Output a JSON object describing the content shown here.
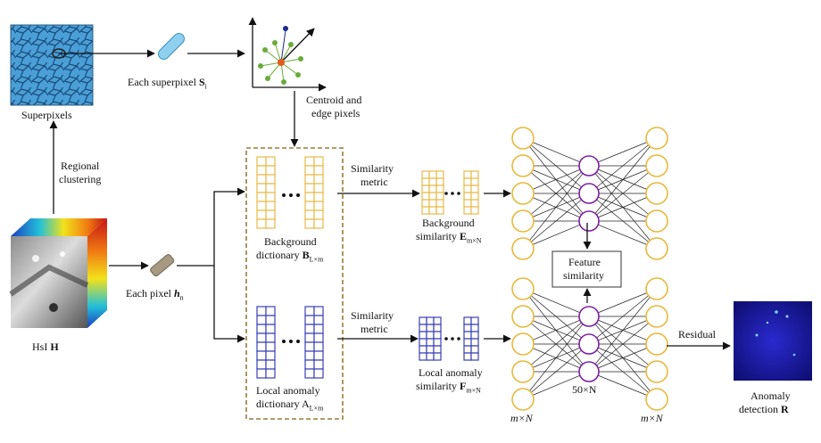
{
  "labels": {
    "superpixels": "Superpixels",
    "regional_clustering_1": "Regional",
    "regional_clustering_2": "clustering",
    "hsi_prefix": "HsI ",
    "hsi_symbol": "H",
    "each_superpixel": "Each superpixel ",
    "superpixel_symbol": "S",
    "superpixel_sub": "i",
    "centroid_1": "Centroid and",
    "centroid_2": "edge pixels",
    "each_pixel": "Each pixel ",
    "pixel_symbol": "h",
    "pixel_sub": "n",
    "bg_dict_1": "Background",
    "bg_dict_2": "dictionary ",
    "bg_dict_symbol": "B",
    "bg_dict_sub": "L×m",
    "la_dict_1": "Local anomaly",
    "la_dict_2": "dictionary ",
    "la_dict_symbol": "A",
    "la_dict_sub": "L×m",
    "sim_metric_top_1": "Similarity",
    "sim_metric_top_2": "metric",
    "sim_metric_bot_1": "Similarity",
    "sim_metric_bot_2": "metric",
    "bg_sim_1": "Background",
    "bg_sim_2": "similarity ",
    "bg_sim_symbol": "E",
    "bg_sim_sub": "m×N",
    "la_sim_1": "Local anomaly",
    "la_sim_2": "similarity ",
    "la_sim_symbol": "F",
    "la_sim_sub": "m×N",
    "feature_1": "Feature",
    "feature_2": "similarity",
    "mxn_left": "m×N",
    "mxn_right": "m×N",
    "fifty_n": "50×N",
    "residual": "Residual",
    "anomaly_1": "Anomaly",
    "anomaly_2": "detection ",
    "anomaly_symbol": "R"
  },
  "colors": {
    "yellow_node": "#e8b83a",
    "purple_node": "#7b1fa2",
    "dict_yellow": "#e9b949",
    "dict_blue": "#3a3fb5",
    "dashed_box": "#9a7b3a",
    "anomaly_map": "#1a1a9c"
  }
}
